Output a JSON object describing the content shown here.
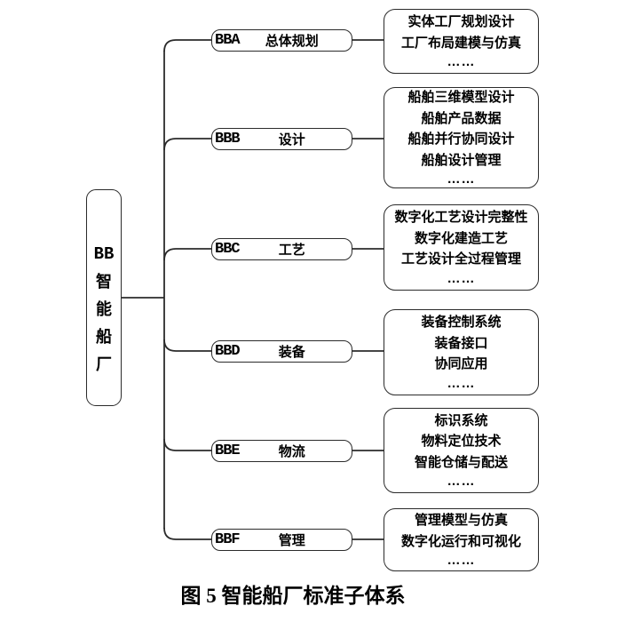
{
  "root": {
    "label": "BB智能船厂",
    "lines": [
      "BB",
      "智",
      "能",
      "船",
      "厂"
    ]
  },
  "branches": [
    {
      "code": "BBA",
      "name": "总体规划",
      "items": [
        "实体工厂规划设计",
        "工厂布局建模与仿真",
        "……"
      ]
    },
    {
      "code": "BBB",
      "name": "设计",
      "items": [
        "船舶三维模型设计",
        "船舶产品数据",
        "船舶并行协同设计",
        "船舶设计管理",
        "……"
      ]
    },
    {
      "code": "BBC",
      "name": "工艺",
      "items": [
        "数字化工艺设计完整性",
        "数字化建造工艺",
        "工艺设计全过程管理",
        "……"
      ]
    },
    {
      "code": "BBD",
      "name": "装备",
      "items": [
        "装备控制系统",
        "装备接口",
        "协同应用",
        "……"
      ]
    },
    {
      "code": "BBE",
      "name": "物流",
      "items": [
        "标识系统",
        "物料定位技术",
        "智能仓储与配送",
        "……"
      ]
    },
    {
      "code": "BBF",
      "name": "管理",
      "items": [
        "管理模型与仿真",
        "数字化运行和可视化",
        "……"
      ]
    }
  ],
  "caption": "图 5  智能船厂标准子体系",
  "colors": {
    "line": "#2b2b2b",
    "text": "#000000",
    "background": "#ffffff"
  }
}
